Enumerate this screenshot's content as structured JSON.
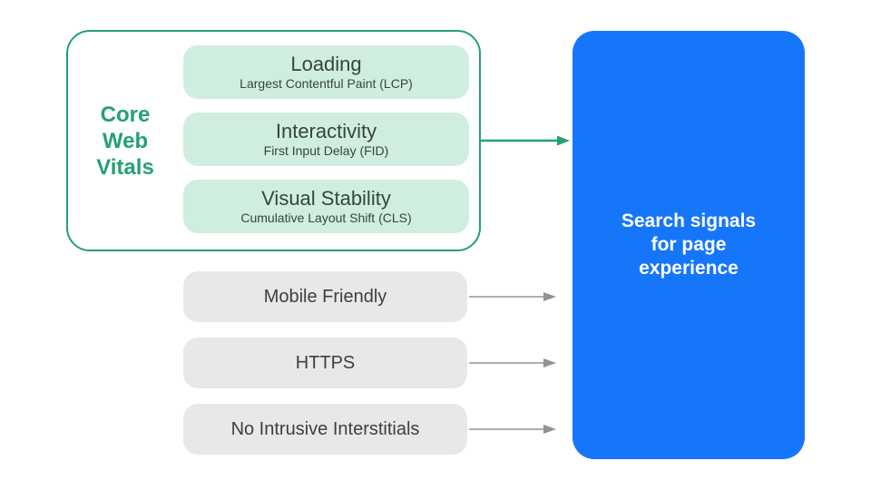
{
  "colors": {
    "green": "#24A172",
    "green-light": "#CFEEDF",
    "blue": "#1676FA",
    "gray-pill": "#E8E8E9",
    "text-dark": "#3C4043",
    "text-green-dark": "#37443F",
    "arrow-gray-line": "#ABB0B5",
    "arrow-gray-head": "#8E9499",
    "white": "#FFFFFF"
  },
  "core_web_vitals": {
    "label_lines": [
      "Core",
      "Web",
      "Vitals"
    ],
    "items": [
      {
        "title": "Loading",
        "subtitle": "Largest Contentful Paint (LCP)"
      },
      {
        "title": "Interactivity",
        "subtitle": "First Input Delay (FID)"
      },
      {
        "title": "Visual Stability",
        "subtitle": "Cumulative Layout Shift (CLS)"
      }
    ]
  },
  "other_signals": [
    {
      "label": "Mobile Friendly"
    },
    {
      "label": "HTTPS"
    },
    {
      "label": "No Intrusive Interstitials"
    }
  ],
  "result_box": {
    "lines": [
      "Search signals",
      "for page",
      "experience"
    ]
  }
}
